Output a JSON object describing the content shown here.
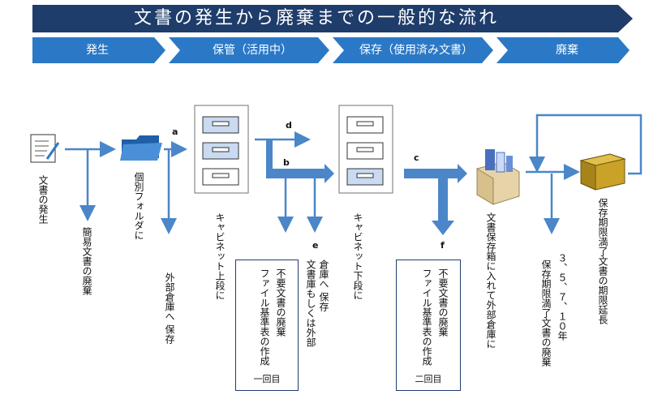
{
  "title": "文書の発生から廃棄までの一般的な流れ",
  "stages": [
    "発生",
    "保管（活用中）",
    "保存（使用済み文書）",
    "廃棄"
  ],
  "letters": {
    "a": "a",
    "b": "b",
    "c": "c",
    "d": "d",
    "e": "e",
    "f": "f"
  },
  "labels": {
    "doc_origin": "文書の発生",
    "simple_discard": "簡易文書の廃棄",
    "individual_folder": "個別フォルダに",
    "external_storage": "外部倉庫へ 保存",
    "cabinet_upper": "キャビネット上段に",
    "cabinet_lower": "キャビネット下段に",
    "warehouse_or_external_1": "倉庫へ 保存",
    "warehouse_or_external_2": "文書庫もしくは外部",
    "box_to_external": "文書保存箱に入れて外部倉庫に",
    "retention_years": "３、５、７、１０年",
    "expired_discard": "保存期限満了文書の廃棄",
    "extension": "保存期限満了文書の期限延長"
  },
  "box1": {
    "line1": "不要文書の廃棄",
    "line2": "ファイル基準表の作成",
    "footer": "一回目"
  },
  "box2": {
    "line1": "不要文書の廃棄",
    "line2": "ファイル基準表の作成",
    "footer": "二回目"
  },
  "colors": {
    "title": "#1f3d6b",
    "stage": "#2b79c6",
    "arrow": "#4a86c8",
    "cabinet_drawer": "#c9daf1",
    "box_gold": "#c9a227"
  }
}
